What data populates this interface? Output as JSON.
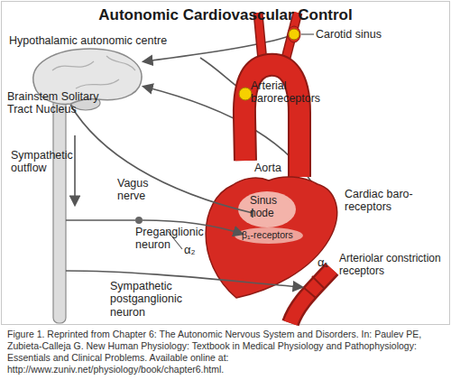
{
  "diagram": {
    "title": "Autonomic Cardiovascular Control",
    "caption": "Figure 1. Reprinted from Chapter 6: The Autonomic Nervous System and Disorders. In: Paulev PE, Zubieta-Calleja G. New Human Physiology: Textbook in Medical Physiology and Pathophysiology: Essentials and Clinical Problems. Available online at: http://www.zuniv.net/physiology/book/chapter6.html.",
    "labels": [
      "Hypothalamic autonomic centre",
      "Carotid sinus",
      "Arterial baroreceptors",
      "Brainstem Solitary Tract Nucleus",
      "Sympathetic outflow",
      "Aorta",
      "Vagus nerve",
      "Preganglionic neuron",
      "Sinus node",
      "Cardiac baro- receptors",
      "β₁-receptors",
      "α₂",
      "Sympathetic postganglionic neuron",
      "Arteriolar constriction receptors",
      "α₁"
    ]
  }
}
